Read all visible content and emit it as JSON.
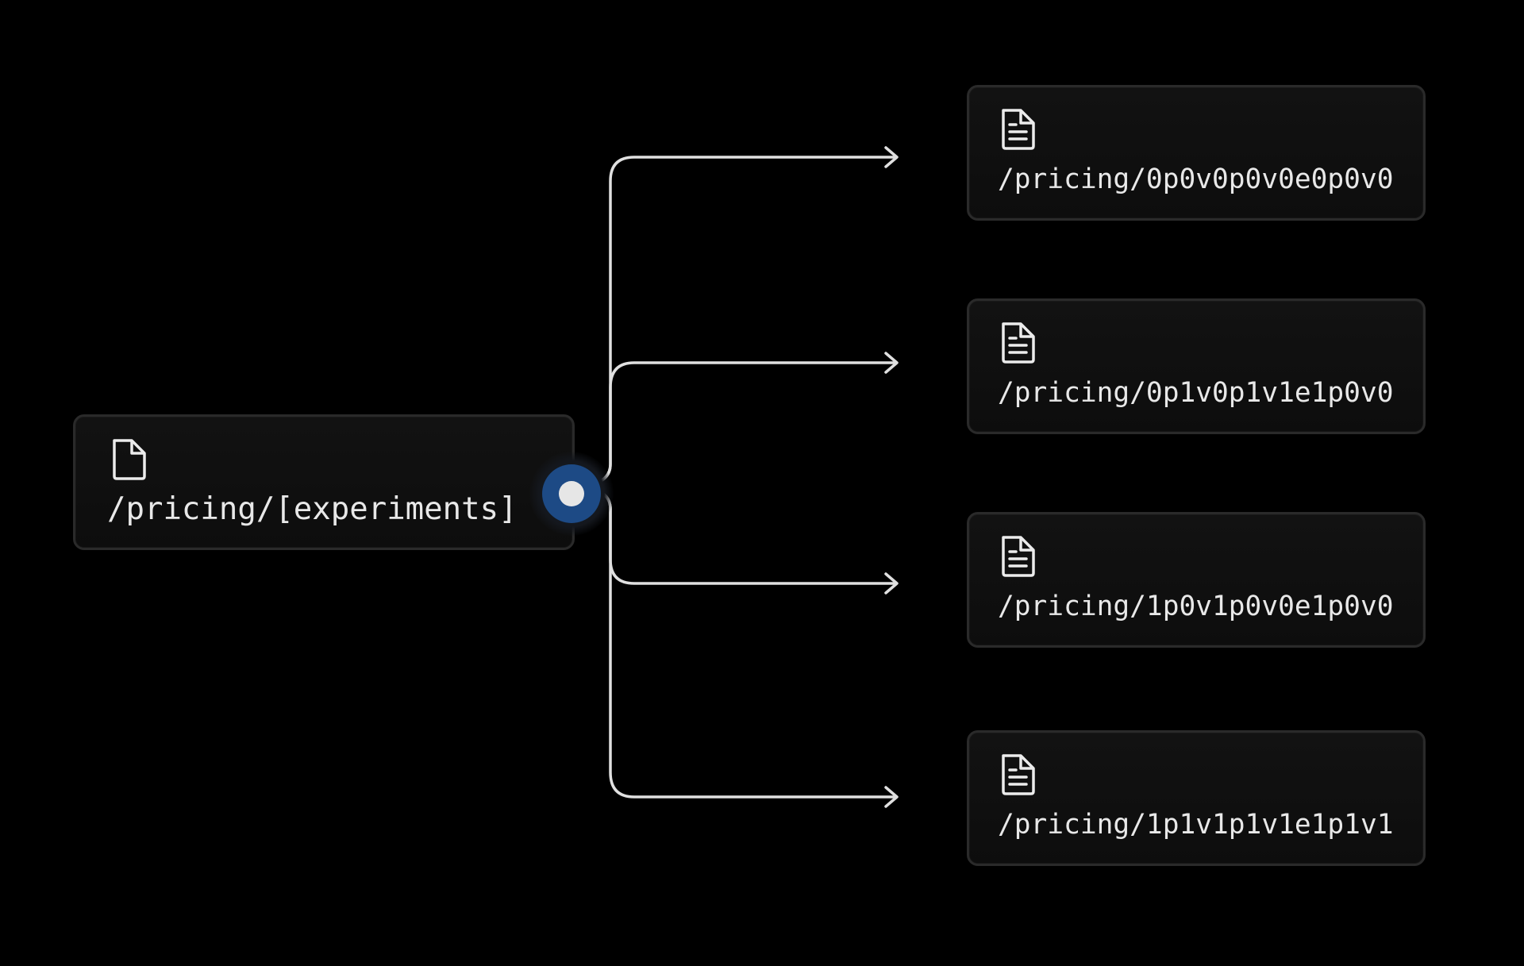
{
  "diagram": {
    "source": {
      "label": "/pricing/[experiments]",
      "icon": "file-icon"
    },
    "targets": [
      {
        "label": "/pricing/0p0v0p0v0e0p0v0",
        "icon": "file-text-icon"
      },
      {
        "label": "/pricing/0p1v0p1v1e1p0v0",
        "icon": "file-text-icon"
      },
      {
        "label": "/pricing/1p0v1p0v0e1p0v0",
        "icon": "file-text-icon"
      },
      {
        "label": "/pricing/1p1v1p1v1e1p1v1",
        "icon": "file-text-icon"
      }
    ],
    "colors": {
      "background": "#000000",
      "node_fill": "#111111",
      "node_border": "#2a2a2a",
      "text": "#e8e8e8",
      "connector": "#e0e0e0",
      "handle_ring": "#1d4a85",
      "handle_dot": "#e6e6e6"
    }
  }
}
